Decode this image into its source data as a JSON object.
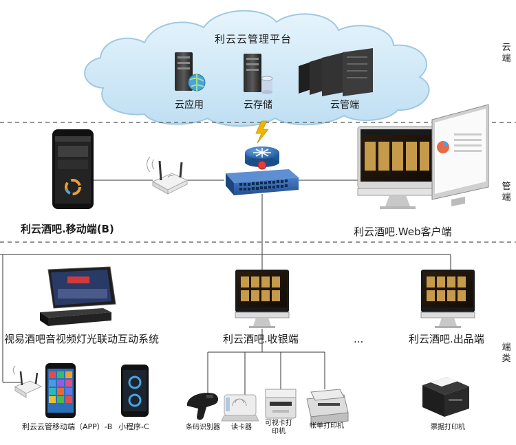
{
  "cloud": {
    "title": "利云云管理平台",
    "app_label": "云应用",
    "storage_label": "云存储",
    "manage_label": "云管端"
  },
  "tiers": {
    "cloud": "云\n端",
    "pipe": "管\n端",
    "terminal": "端\n类"
  },
  "pipe": {
    "mobile_label": "利云酒吧.移动端(B)",
    "web_label": "利云酒吧.Web客户端"
  },
  "terminal": {
    "av_system_label": "视易酒吧音视频灯光联动互动系统",
    "cashier_label": "利云酒吧.收银端",
    "ellipsis": "...",
    "kitchen_label": "利云酒吧.出品端",
    "app_label": "利云云管移动端（APP）-B",
    "miniprogram_label": "小程序-C",
    "barcode_label": "条码识别器",
    "card_reader_label": "读卡器",
    "card_printer_label": "可视卡打印机",
    "bill_printer_label": "帐单打印机",
    "receipt_printer_label": "票据打印机"
  },
  "colors": {
    "cloud_fill": "#cfe9f7",
    "cloud_stroke": "#9fc8e2",
    "divider": "#555555",
    "switch_blue": "#2f5fa8",
    "router_blue": "#2a6fb8",
    "bolt": "#f0b400"
  }
}
